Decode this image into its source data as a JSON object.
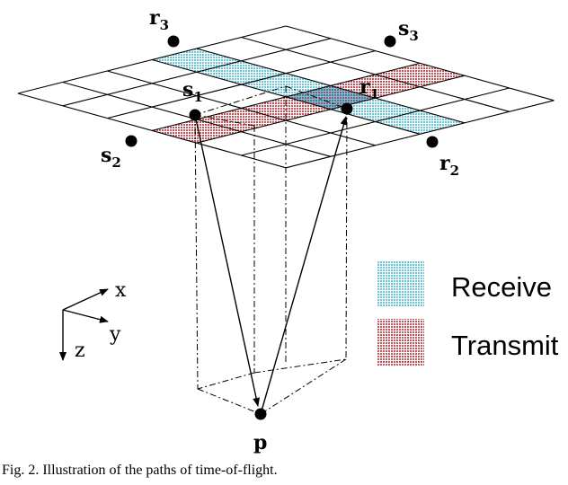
{
  "colors": {
    "receive": "#6cc7d8",
    "transmit": "#c9555c",
    "line": "#000000"
  },
  "points": {
    "r3": {
      "base": "r",
      "sub": "3"
    },
    "s3": {
      "base": "s",
      "sub": "3"
    },
    "s1": {
      "base": "s",
      "sub": "1"
    },
    "r1": {
      "base": "r",
      "sub": "1"
    },
    "s2": {
      "base": "s",
      "sub": "2"
    },
    "r2": {
      "base": "r",
      "sub": "2"
    },
    "p": {
      "base": "p"
    }
  },
  "axes": {
    "x": "x",
    "y": "y",
    "z": "z"
  },
  "legend": [
    {
      "label": "Receive",
      "color_key": "receive"
    },
    {
      "label": "Transmit",
      "color_key": "transmit"
    }
  ],
  "caption": "Fig. 2.   Illustration of the paths of time-of-flight."
}
